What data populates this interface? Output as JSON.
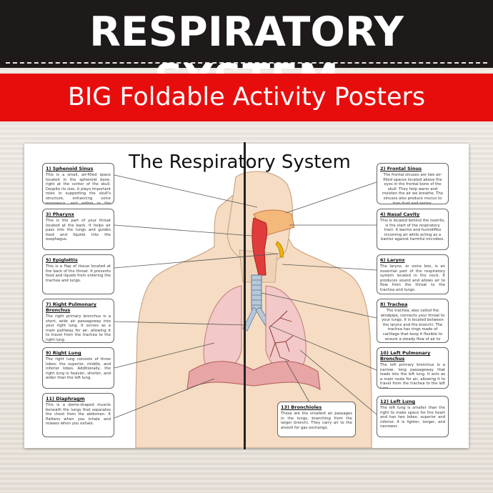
{
  "header": {
    "title": "RESPIRATORY SYSTEM",
    "subtitle": "BIG Foldable Activity Posters"
  },
  "poster": {
    "title": "The Respiratory System"
  },
  "colors": {
    "banner": "#1e1a19",
    "accent_red": "#e80d0d",
    "skin": "#f5dcc2",
    "lung": "#f2c8c8",
    "airway": "#e03c3c"
  },
  "labels": {
    "sphenoid_sinus": {
      "heading": "1) Sphenoid Sinus",
      "text": "This is a small, air-filled space located in the sphenoid bone, right at the center of the skull. Despite its size, it plays important roles in supporting the skull's structure, enhancing voice resonance, and aiding in the filtration and humidification of the air we breathe."
    },
    "frontal_sinus": {
      "heading": "2) Frontal Sinus",
      "text": "The frontal sinuses are two air-filled spaces located above the eyes in the frontal bone of the skull. They help warm and moisten the air we breathe. The sinuses also produce mucus to trap dust and germs."
    },
    "pharynx": {
      "heading": "3) Pharynx",
      "text": "This is the part of your throat located at the back. It helps air pass into the lungs and guides food and liquids into the esophagus."
    },
    "nasal_cavity": {
      "heading": "4) Nasal Cavity",
      "text": "This is located behind the nostrils, is the start of the respiratory tract. It warms and humidifies incoming air while acting as a barrier against harmful microbes."
    },
    "epiglottis": {
      "heading": "5) Epiglottis",
      "text": "This is a flap of tissue located at the back of the throat. It prevents food and liquids from entering the trachea and lungs."
    },
    "larynx": {
      "heading": "6) Larynx",
      "text": "The larynx, or voice box, is an essential part of the respiratory system located in the neck. It produces sound and allows air to flow from the throat to the trachea and lungs."
    },
    "right_bronchus": {
      "heading": "7) Right Pulmonary Bronchus",
      "text": "The right primary bronchus is a short, wide air passageway into your right lung. It serves as a main pathway for air, allowing it to travel from the trachea to the right lung."
    },
    "trachea": {
      "heading": "8) Trachea",
      "text": "The trachea, also called the windpipe, connects your throat to your lungs. It is located between the larynx and the bronchi. The trachea has rings made of cartilage that keep it flexible to ensure a steady flow of air to your lungs."
    },
    "right_lung": {
      "heading": "9) Right Lung",
      "text": "The right lung consists of three lobes: the superior, middle, and inferior lobes. Additionally, the right lung is heavier, shorter, and wider than the left lung."
    },
    "left_bronchus": {
      "heading": "10) Left Pulmonary Bronchus",
      "text": "The left primary bronchus is a narrow, long passageway that leads into the left lung. It acts as a main route for air, allowing it to travel from the trachea to the left lung."
    },
    "diaphragm": {
      "heading": "11) Diaphragm",
      "text": "This is a dome-shaped muscle beneath the lungs that separates the chest from the abdomen. It flattens when you inhale and relaxes when you exhale."
    },
    "left_lung": {
      "heading": "12) Left Lung",
      "text": "The left lung is smaller than the right to make space for the heart and has two lobes: superior and inferior. It is lighter, longer, and narrower."
    },
    "bronchioles": {
      "heading": "13) Bronchioles",
      "text": "These are the smallest air passages in the lungs, branching from the larger bronchi. They carry air to the alveoli for gas exchange."
    }
  }
}
